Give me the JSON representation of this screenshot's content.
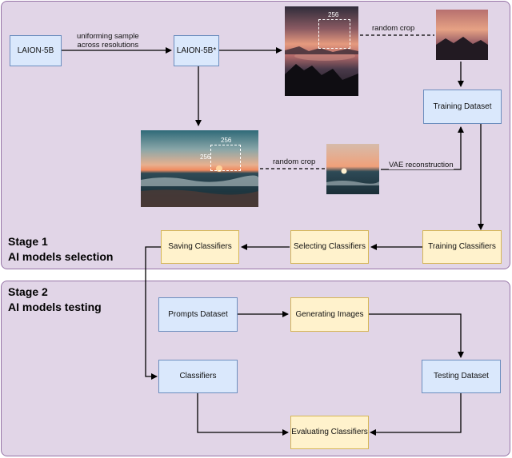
{
  "stage1": {
    "title_line1": "Stage 1",
    "title_line2": "AI models selection"
  },
  "stage2": {
    "title_line1": "Stage 2",
    "title_line2": "AI models testing"
  },
  "nodes": {
    "laion5b": "LAION-5B",
    "laion5b_star": "LAION-5B*",
    "training_dataset": "Training Dataset",
    "training_classifiers": "Training Classifiers",
    "selecting_classifiers": "Selecting Classifiers",
    "saving_classifiers": "Saving Classifiers",
    "prompts_dataset": "Prompts Dataset",
    "generating_images": "Generating Images",
    "classifiers": "Classifiers",
    "testing_dataset": "Testing Dataset",
    "evaluating_classifiers": "Evaluating Classifiers"
  },
  "edge_labels": {
    "uniform_sample_line1": "uniforming sample",
    "uniform_sample_line2": "across resolutions",
    "random_crop_top": "random crop",
    "random_crop_bottom": "random crop",
    "vae_reconstruction": "VAE reconstruction"
  },
  "crop_size_labels": {
    "top_width": "256",
    "bottom_width": "256",
    "bottom_height": "256"
  },
  "colors": {
    "stage_fill": "#e1d5e7",
    "stage_border": "#9673a6",
    "blue_fill": "#dae8fc",
    "blue_border": "#6c8ebf",
    "yellow_fill": "#fff2cc",
    "yellow_border": "#d6b656"
  }
}
